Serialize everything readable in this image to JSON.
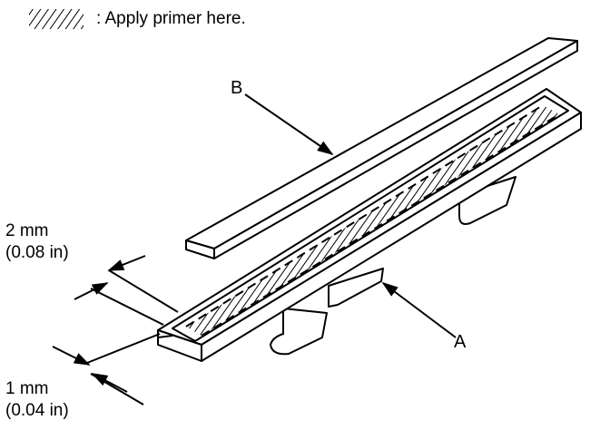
{
  "legend": {
    "swatch_icon": "hatch-pattern",
    "text": ": Apply primer here."
  },
  "callouts": {
    "a": "A",
    "b": "B"
  },
  "dimensions": {
    "upper": {
      "metric": "2 mm",
      "imperial": "(0.08 in)"
    },
    "lower": {
      "metric": "1 mm",
      "imperial": "(0.04 in)"
    }
  }
}
